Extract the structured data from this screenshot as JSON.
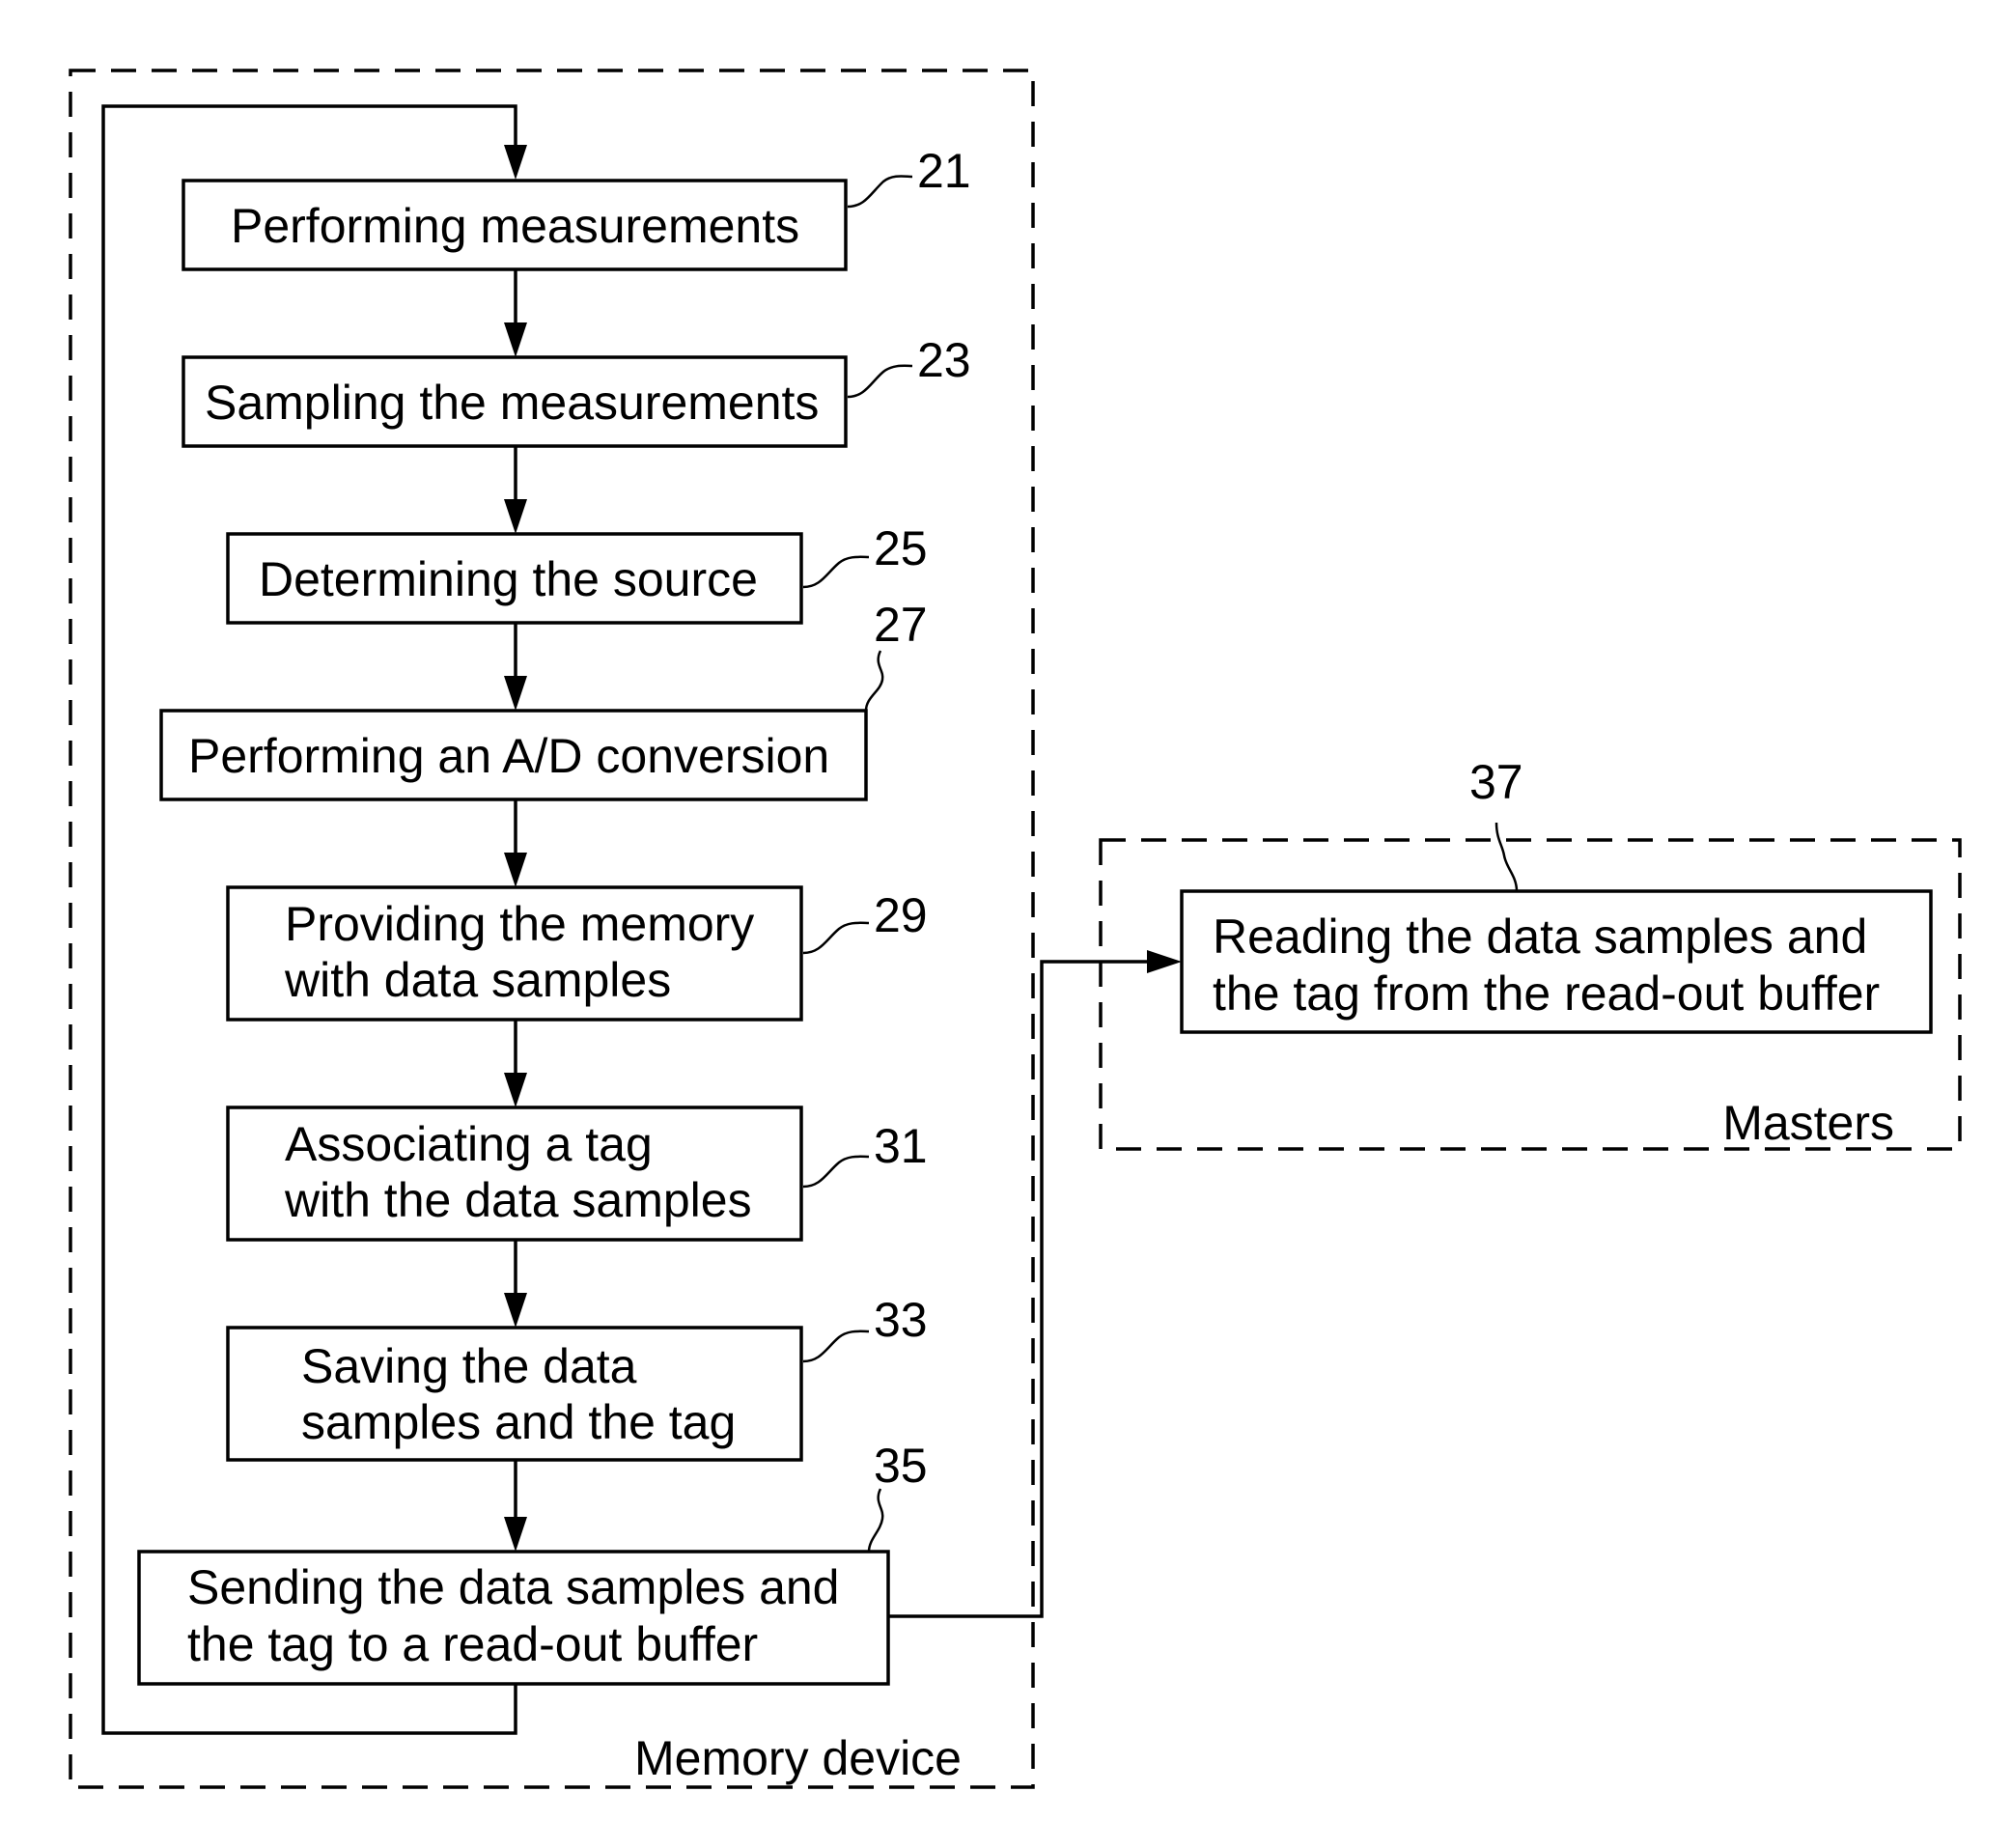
{
  "containers": {
    "memory_device_label": "Memory device",
    "masters_label": "Masters"
  },
  "steps": [
    {
      "ref": "21",
      "lines": [
        "Performing measurements"
      ]
    },
    {
      "ref": "23",
      "lines": [
        "Sampling the measurements"
      ]
    },
    {
      "ref": "25",
      "lines": [
        "Determining the source"
      ]
    },
    {
      "ref": "27",
      "lines": [
        "Performing an A/D conversion"
      ]
    },
    {
      "ref": "29",
      "lines": [
        "Providing the memory",
        "with data samples"
      ]
    },
    {
      "ref": "31",
      "lines": [
        "Associating a tag",
        "with the data samples"
      ]
    },
    {
      "ref": "33",
      "lines": [
        "Saving the data",
        "samples and the tag"
      ]
    },
    {
      "ref": "35",
      "lines": [
        "Sending the data samples and",
        "the tag to a read-out buffer"
      ]
    }
  ],
  "master_step": {
    "ref": "37",
    "lines": [
      "Reading the data samples and",
      "the tag from the read-out buffer"
    ]
  }
}
